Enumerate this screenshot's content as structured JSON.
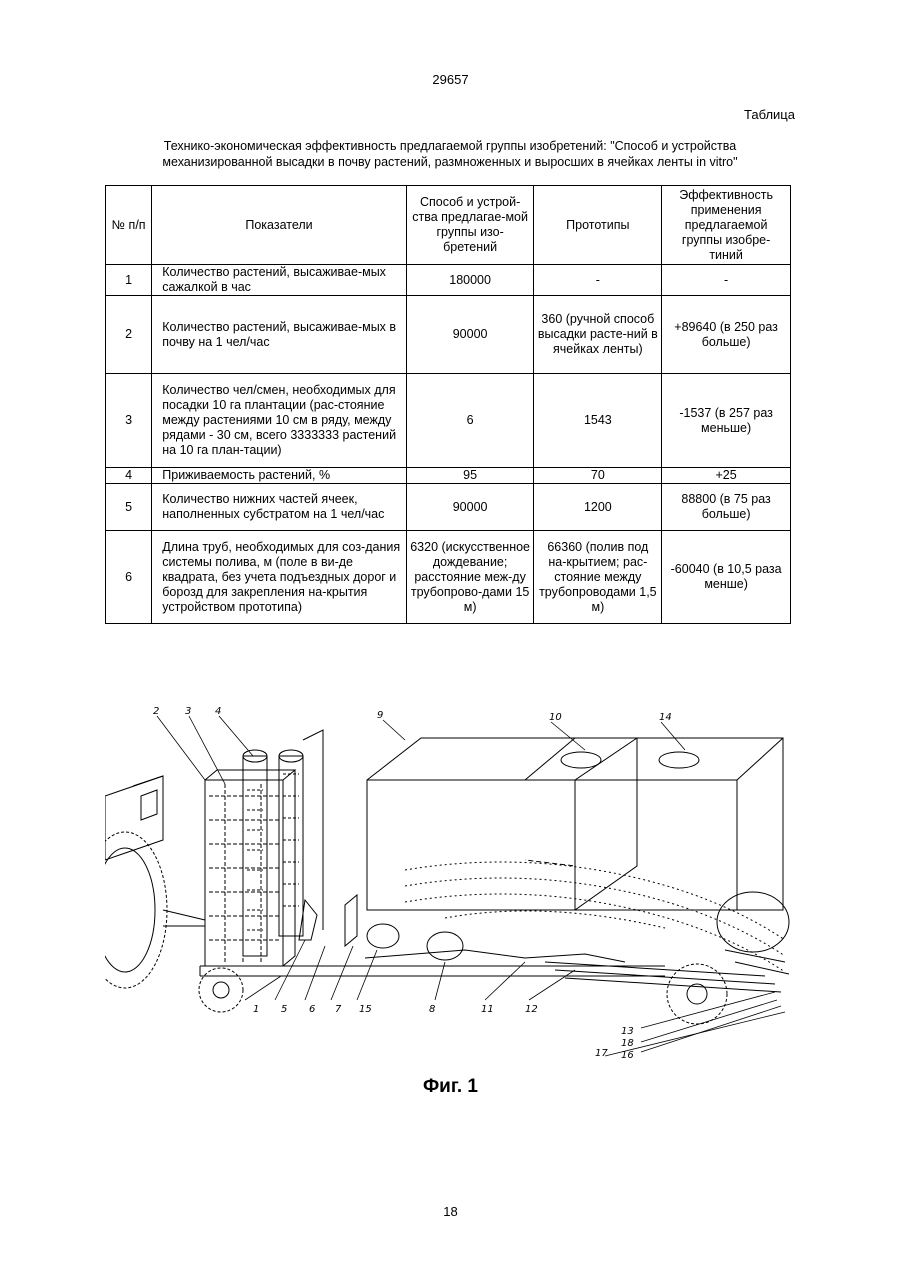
{
  "header": {
    "doc_number": "29657",
    "table_label": "Таблица"
  },
  "caption": {
    "line1": "Технико-экономическая эффективность предлагаемой группы изобретений: \"Способ и устройства",
    "line2": "механизированной высадки в почву растений, размноженных и выросших в ячейках ленты in vitro\""
  },
  "table": {
    "headers": {
      "num": "№ п/п",
      "indicator": "Показатели",
      "method": "Способ и устрой-ства предлагае-мой группы изо-бретений",
      "prototypes": "Прототипы",
      "efficiency": "Эффективность применения предлагаемой группы изобре-тиний"
    },
    "rows": [
      {
        "num": "1",
        "indicator": "Количество растений, высаживае-мых сажалкой в час",
        "method": "180000",
        "prototype": "-",
        "efficiency": "-"
      },
      {
        "num": "2",
        "indicator": "Количество растений, высаживае-мых в почву на 1 чел/час",
        "method": "90000",
        "prototype": "360 (ручной способ высадки расте-ний в ячейках ленты)",
        "efficiency": "+89640 (в 250 раз больше)"
      },
      {
        "num": "3",
        "indicator": "Количество чел/смен, необходимых для посадки 10 га плантации (рас-стояние между растениями 10 см в ряду, между рядами - 30 см, всего 3333333 растений на 10 га план-тации)",
        "method": "6",
        "prototype": "1543",
        "efficiency": "-1537 (в 257 раз меньше)"
      },
      {
        "num": "4",
        "indicator": "Приживаемость растений, %",
        "method": "95",
        "prototype": "70",
        "efficiency": "+25"
      },
      {
        "num": "5",
        "indicator": "Количество нижних частей ячеек, наполненных субстратом на 1 чел/час",
        "method": "90000",
        "prototype": "1200",
        "efficiency": "88800 (в 75 раз больше)"
      },
      {
        "num": "6",
        "indicator": "Длина труб, необходимых для соз-дания системы полива, м (поле в ви-де квадрата, без учета подъездных дорог и борозд для закрепления на-крытия устройством прототипа)",
        "method": "6320 (искусственное дождевание; расстояние меж-ду трубопрово-дами 15 м)",
        "prototype": "66360 (полив под на-крытием; рас-стояние между трубопроводами 1,5 м)",
        "efficiency": "-60040 (в 10,5 раза менше)"
      }
    ]
  },
  "figure": {
    "labels": [
      "1",
      "2",
      "3",
      "4",
      "5",
      "6",
      "7",
      "8",
      "9",
      "10",
      "11",
      "12",
      "13",
      "14",
      "15",
      "16",
      "17",
      "18"
    ],
    "caption": "Фиг. 1"
  },
  "footer": {
    "page_number": "18"
  }
}
